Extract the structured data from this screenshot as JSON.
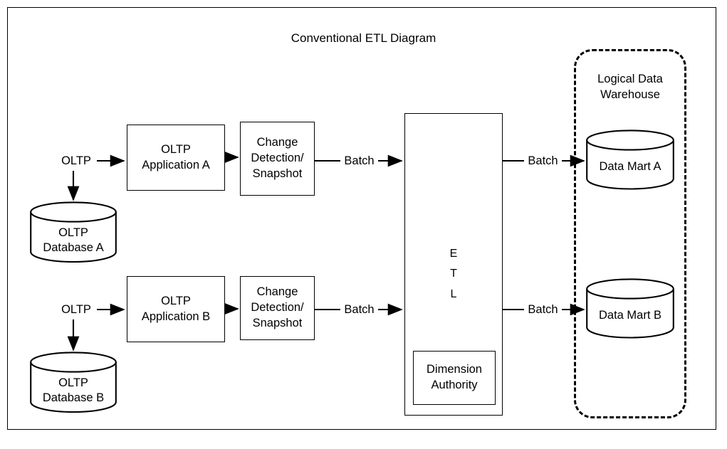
{
  "diagram": {
    "title": "Conventional ETL Diagram",
    "source_labels": [
      {
        "name": "oltp-source-a",
        "text": "OLTP"
      },
      {
        "name": "oltp-source-b",
        "text": "OLTP"
      }
    ],
    "databases": [
      {
        "name": "oltp-database-a",
        "line1": "OLTP",
        "line2": "Database A"
      },
      {
        "name": "oltp-database-b",
        "line1": "OLTP",
        "line2": "Database B"
      }
    ],
    "applications": [
      {
        "name": "oltp-application-a",
        "line1": "OLTP",
        "line2": "Application A"
      },
      {
        "name": "oltp-application-b",
        "line1": "OLTP",
        "line2": "Application B"
      }
    ],
    "change_detection": [
      {
        "name": "change-detection-a",
        "line1": "Change",
        "line2": "Detection/",
        "line3": "Snapshot"
      },
      {
        "name": "change-detection-b",
        "line1": "Change",
        "line2": "Detection/",
        "line3": "Snapshot"
      }
    ],
    "batch_labels": [
      {
        "name": "batch-label-left-a",
        "text": "Batch"
      },
      {
        "name": "batch-label-left-b",
        "text": "Batch"
      },
      {
        "name": "batch-label-right-a",
        "text": "Batch"
      },
      {
        "name": "batch-label-right-b",
        "text": "Batch"
      }
    ],
    "etl": {
      "letters": [
        "E",
        "T",
        "L"
      ],
      "dimension_authority": {
        "line1": "Dimension",
        "line2": "Authority"
      }
    },
    "logical_data_warehouse": {
      "title_line1": "Logical Data",
      "title_line2": "Warehouse",
      "data_marts": [
        {
          "name": "data-mart-a",
          "label": "Data Mart A"
        },
        {
          "name": "data-mart-b",
          "label": "Data Mart B"
        }
      ]
    },
    "colors": {
      "stroke": "#000000",
      "background": "#ffffff"
    }
  }
}
